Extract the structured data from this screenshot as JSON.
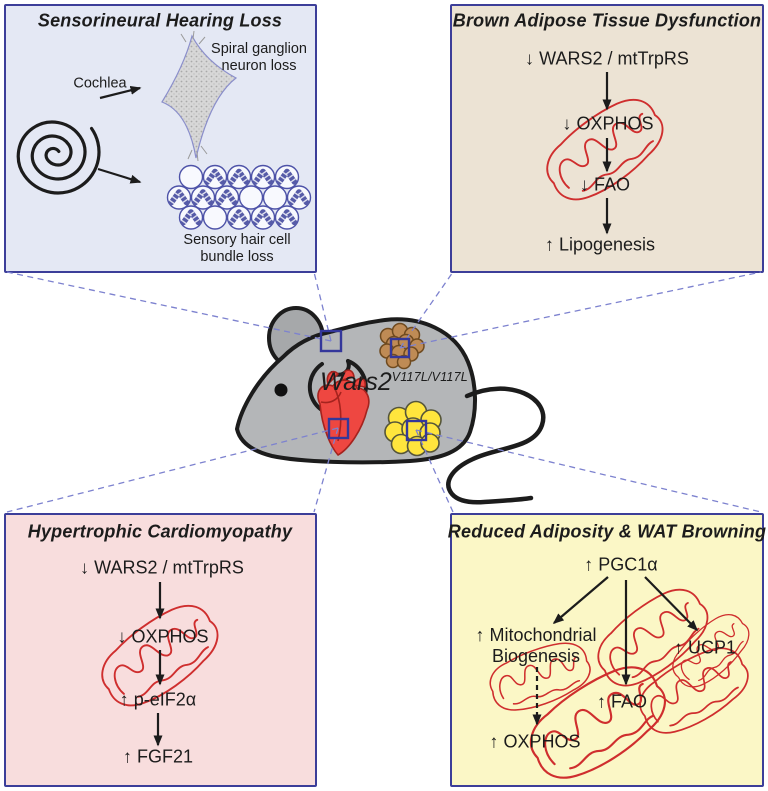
{
  "mouse": {
    "gene_label": "Wars2",
    "allele_superscript": "V117L/V117L"
  },
  "panels": {
    "hearing": {
      "title": "Sensorineural Hearing Loss",
      "cochlea_label": "Cochlea",
      "spiral_ganglion_label": "Spiral ganglion\nneuron loss",
      "hair_cell_label": "Sensory hair cell\nbundle loss"
    },
    "bat": {
      "title": "Brown Adipose Tissue Dysfunction",
      "steps": [
        "↓ WARS2 / mtTrpRS",
        "↓ OXPHOS",
        "↓ FAO",
        "↑ Lipogenesis"
      ]
    },
    "cardio": {
      "title": "Hypertrophic Cardiomyopathy",
      "steps": [
        "↓ WARS2 / mtTrpRS",
        "↓ OXPHOS",
        "↑ p-eIF2α",
        "↑ FGF21"
      ]
    },
    "wat": {
      "title": "Reduced Adiposity & WAT Browning",
      "root": "↑ PGC1α",
      "branch_mito_biogenesis": "↑ Mitochondrial\nBiogenesis",
      "branch_ucp1": "↑ UCP1",
      "branch_fao": "↑ FAO",
      "downstream_oxphos": "↑ OXPHOS"
    }
  },
  "colors": {
    "panel_border": "#3c3e99",
    "hearing_bg": "#e4e8f4",
    "bat_bg": "#ece3d4",
    "cardio_bg": "#f8dddd",
    "wat_bg": "#fbf7c6",
    "mouse_gray": "#b4b6b8",
    "heart_red": "#ee4741",
    "bat_brown": "#bf8b55",
    "wat_yellow": "#ffe53d",
    "mitochondria_red": "#cf2e2e",
    "connector_blue": "#7d82cf",
    "marker_square_blue": "#34379b"
  }
}
